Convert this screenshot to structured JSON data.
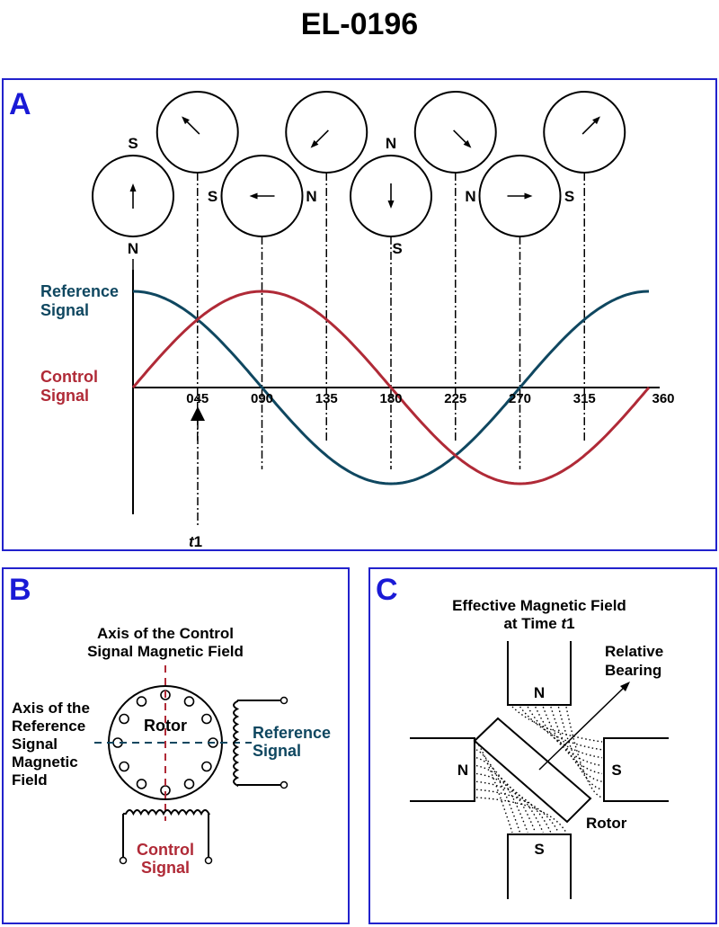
{
  "title": "EL-0196",
  "colors": {
    "panel_border": "#2222cc",
    "panel_letter": "#1a1ad6",
    "reference": "#0f4760",
    "control": "#b02a37",
    "ink": "#000000"
  },
  "panel_a": {
    "letter": "A",
    "reference_label": [
      "Reference",
      "Signal"
    ],
    "control_label": [
      "Control",
      "Signal"
    ],
    "time_marker": {
      "label_italic": "t",
      "label_rest": "1",
      "at_degrees": 45
    },
    "chart_data": {
      "type": "line",
      "x_ticks": [
        "045",
        "090",
        "135",
        "180",
        "225",
        "270",
        "315",
        "360"
      ],
      "x_range_degrees": [
        0,
        360
      ],
      "y_range": [
        -1,
        1
      ],
      "series": [
        {
          "name": "Reference Signal",
          "function": "cos",
          "color_key": "reference"
        },
        {
          "name": "Control Signal",
          "function": "sin",
          "color_key": "control"
        }
      ]
    },
    "field_indicators": [
      {
        "degrees": 0,
        "row": "lower",
        "arrow": "up",
        "pole_top": "S",
        "pole_bottom": "N"
      },
      {
        "degrees": 45,
        "row": "upper",
        "arrow": "up-left"
      },
      {
        "degrees": 90,
        "row": "lower",
        "arrow": "left",
        "pole_left": "S",
        "pole_right": "N"
      },
      {
        "degrees": 135,
        "row": "upper",
        "arrow": "down-left"
      },
      {
        "degrees": 180,
        "row": "lower",
        "arrow": "down",
        "pole_top": "N",
        "pole_bottom": "S"
      },
      {
        "degrees": 225,
        "row": "upper",
        "arrow": "down-right"
      },
      {
        "degrees": 270,
        "row": "lower",
        "arrow": "right",
        "pole_left": "N",
        "pole_right": "S"
      },
      {
        "degrees": 315,
        "row": "upper",
        "arrow": "up-right"
      }
    ]
  },
  "panel_b": {
    "letter": "B",
    "control_axis_label": [
      "Axis of the Control",
      "Signal Magnetic Field"
    ],
    "reference_axis_label": [
      "Axis of the",
      "Reference",
      "Signal",
      "Magnetic",
      "Field"
    ],
    "rotor_label": "Rotor",
    "reference_label": [
      "Reference",
      "Signal"
    ],
    "control_label": [
      "Control",
      "Signal"
    ]
  },
  "panel_c": {
    "letter": "C",
    "heading_line1": "Effective Magnetic Field",
    "heading_line2_prefix": "at Time ",
    "heading_line2_italic": "t",
    "heading_line2_suffix": "1",
    "bearing_label": [
      "Relative",
      "Bearing"
    ],
    "rotor_label": "Rotor",
    "poles": {
      "top": "N",
      "left": "N",
      "right": "S",
      "bottom": "S"
    }
  }
}
